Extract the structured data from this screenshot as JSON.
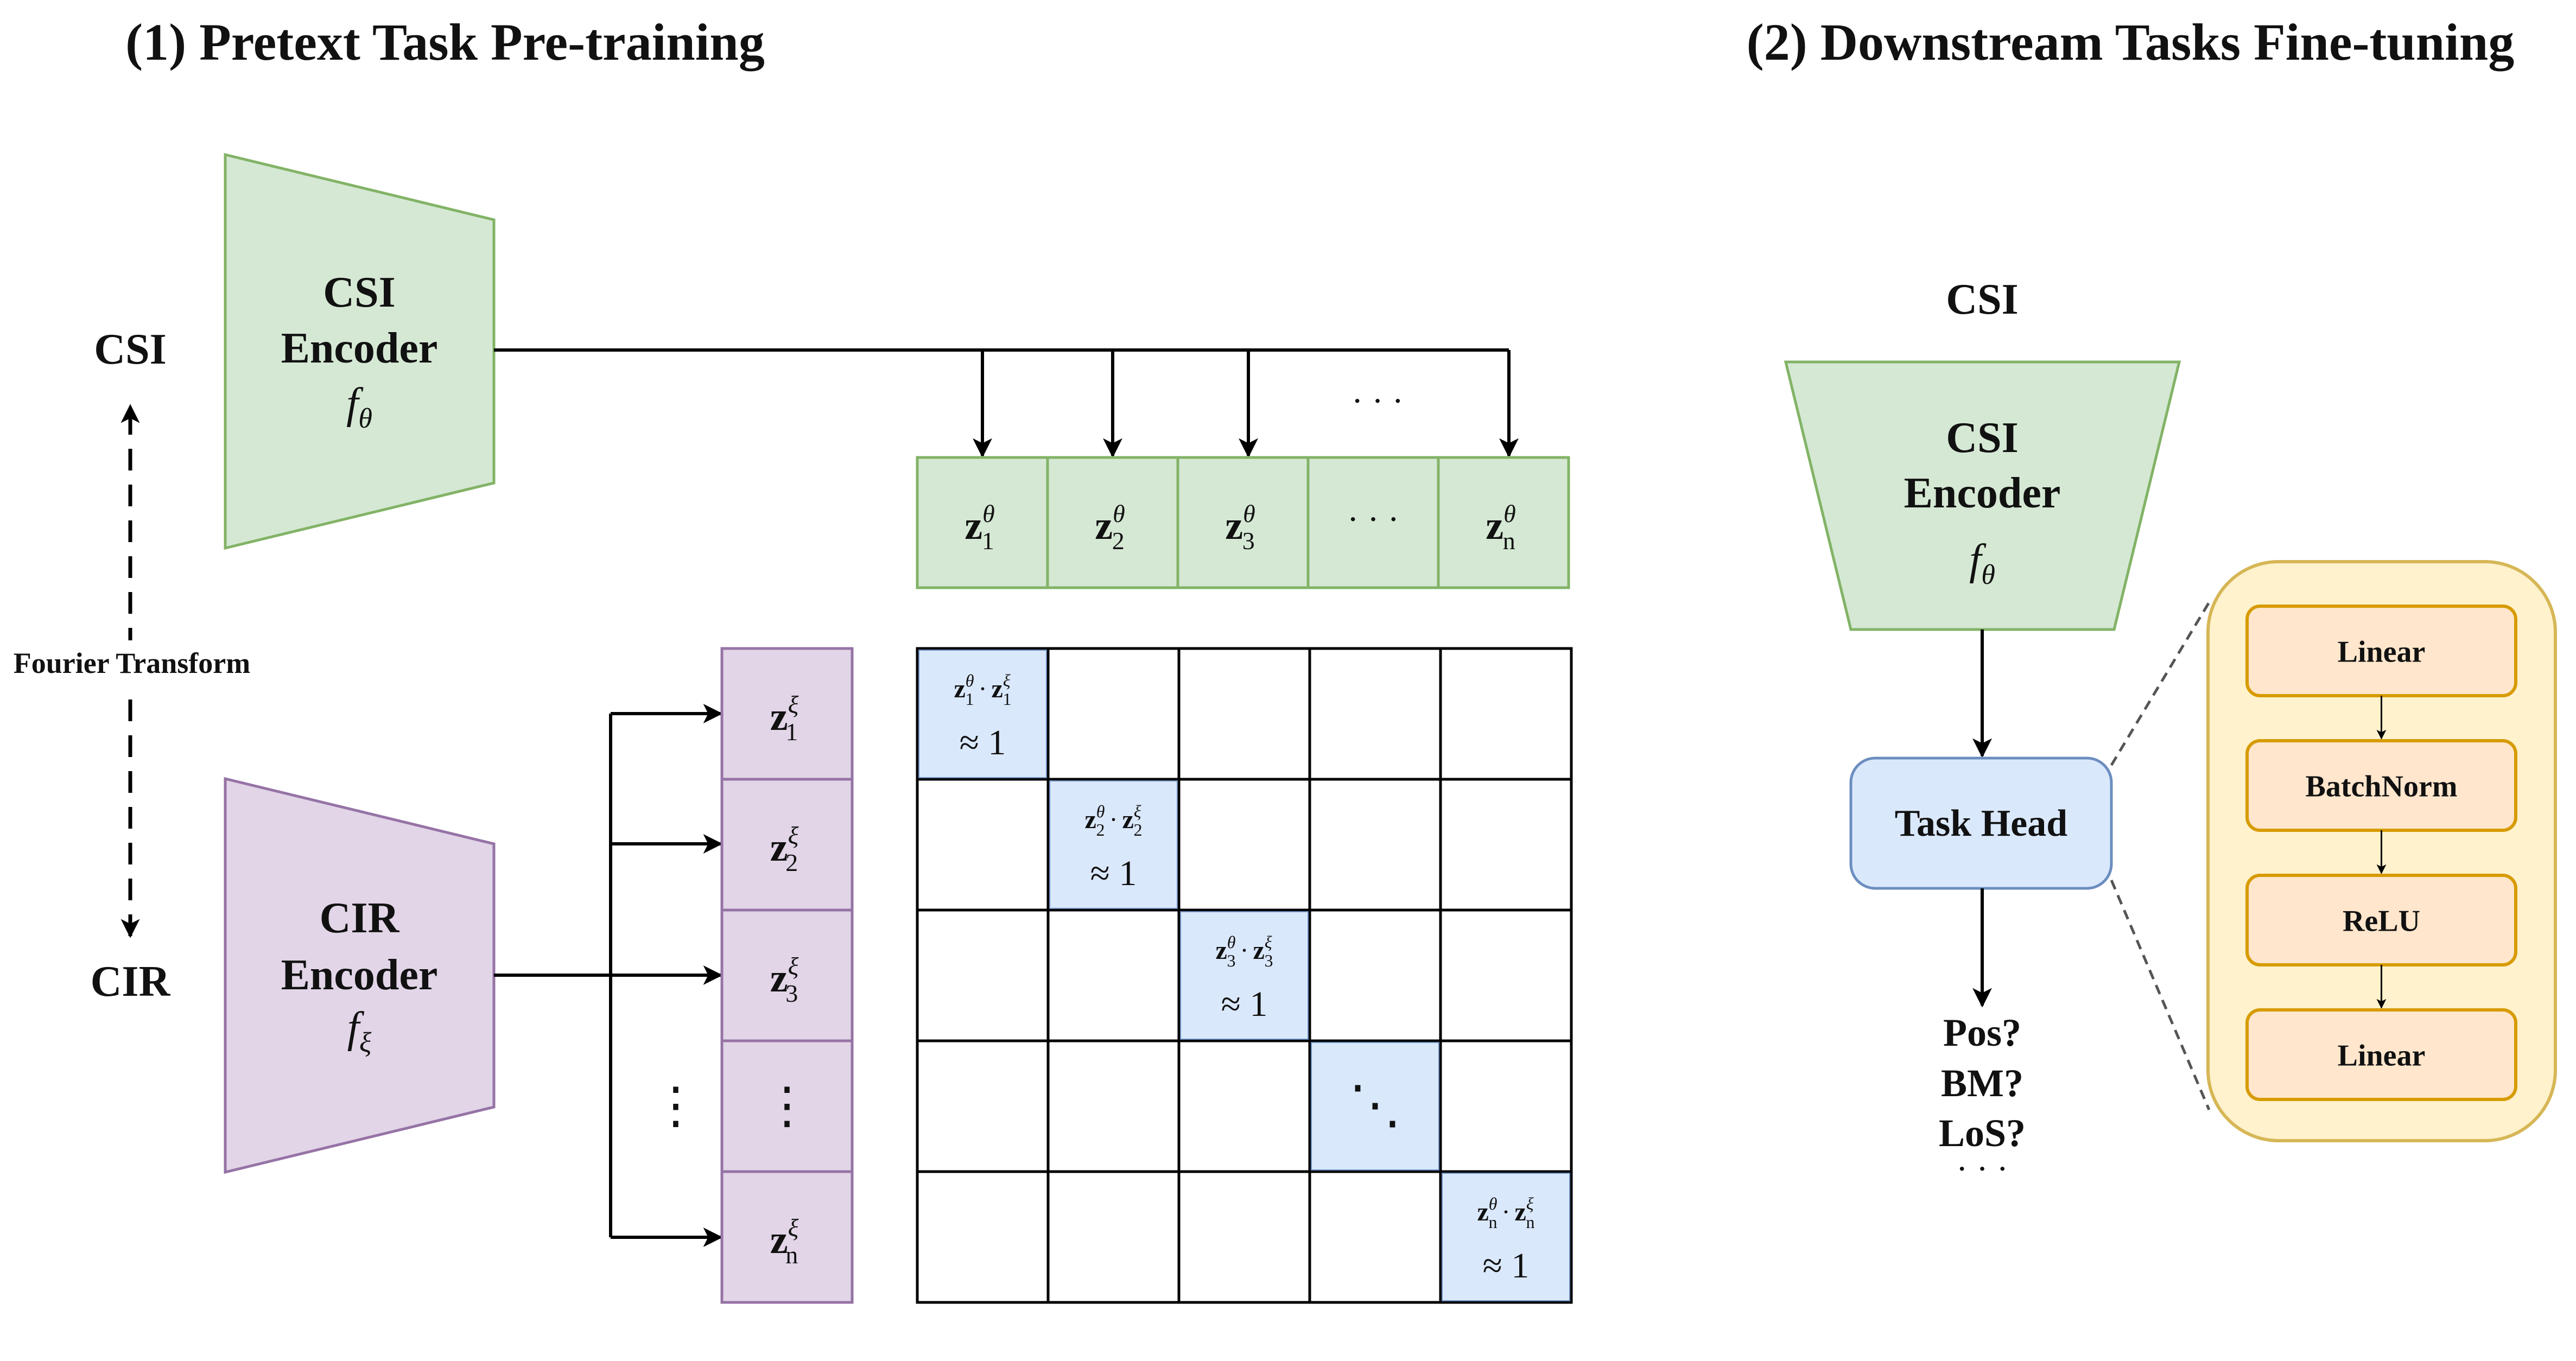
{
  "colors": {
    "csi_fill": "#d5e8d4",
    "csi_stroke": "#82b366",
    "cir_fill": "#e1d5e7",
    "cir_stroke": "#9673a6",
    "diag_fill": "#dae8fc",
    "diag_stroke": "#6c8ebf",
    "layer_fill": "#ffe6cc",
    "layer_stroke": "#d79b00",
    "panel_fill": "#fff2cc",
    "panel_stroke": "#d6b656"
  },
  "titles": {
    "left": "(1) Pretext Task Pre-training",
    "right": "(2) Downstream Tasks Fine-tuning"
  },
  "left": {
    "csi_label": "CSI",
    "cir_label": "CIR",
    "fourier_label": "Fourier Transform",
    "csi_encoder": {
      "line1": "CSI",
      "line2": "Encoder",
      "fn": "f",
      "sub": "θ"
    },
    "cir_encoder": {
      "line1": "CIR",
      "line2": "Encoder",
      "fn": "f",
      "sub": "ξ"
    },
    "top_dots": "· · ·",
    "z_theta": [
      {
        "sub": "1"
      },
      {
        "sub": "2"
      },
      {
        "sub": "3"
      },
      {
        "dots": "· · ·"
      },
      {
        "sub": "n"
      }
    ],
    "z_xi": [
      {
        "sub": "1"
      },
      {
        "sub": "2"
      },
      {
        "sub": "3"
      },
      {
        "dots": "⋮"
      },
      {
        "sub": "n"
      }
    ],
    "side_dots": "⋮",
    "vz": "z",
    "theta": "θ",
    "xi": "ξ",
    "approx": "≈ 1",
    "dot_op": "·",
    "diag_dots": "⋱"
  },
  "right": {
    "csi_label": "CSI",
    "encoder": {
      "line1": "CSI",
      "line2": "Encoder",
      "fn": "f",
      "sub": "θ"
    },
    "task_head": "Task Head",
    "outputs": [
      "Pos?",
      "BM?",
      "LoS?"
    ],
    "output_dots": "· · ·",
    "layers": [
      "Linear",
      "BatchNorm",
      "ReLU",
      "Linear"
    ]
  }
}
